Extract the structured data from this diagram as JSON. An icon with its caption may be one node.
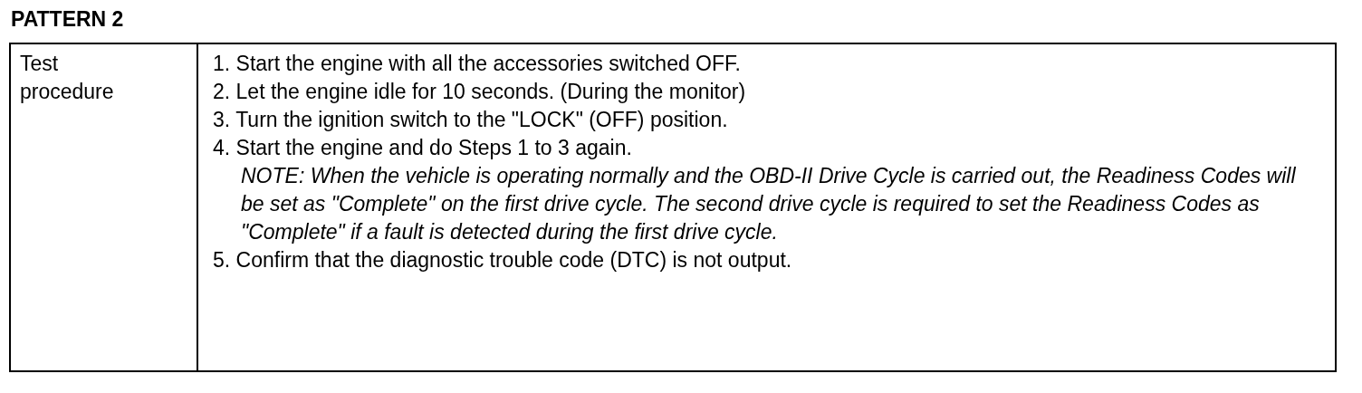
{
  "diagram": {
    "title": "PATTERN 2",
    "labels": [
      "Test procedure",
      "1. Start the engine with all the accessories switched OFF.",
      "2. Let the engine idle for 10 seconds. (During the monitor)",
      "3. Turn the ignition switch to the \"LOCK\" (OFF) position.",
      "4. Start the engine and do Steps 1 to 3 again.",
      "NOTE: When the vehicle is operating normally and the OBD-II Drive Cycle is carried out, the Readiness Codes will be set as \"Complete\" on the first drive cycle. The second drive cycle is required to set the Readiness Codes as \"Complete\" if a fault is detected during the first drive cycle.",
      "5. Confirm that the diagnostic trouble code (DTC) is not output."
    ]
  }
}
